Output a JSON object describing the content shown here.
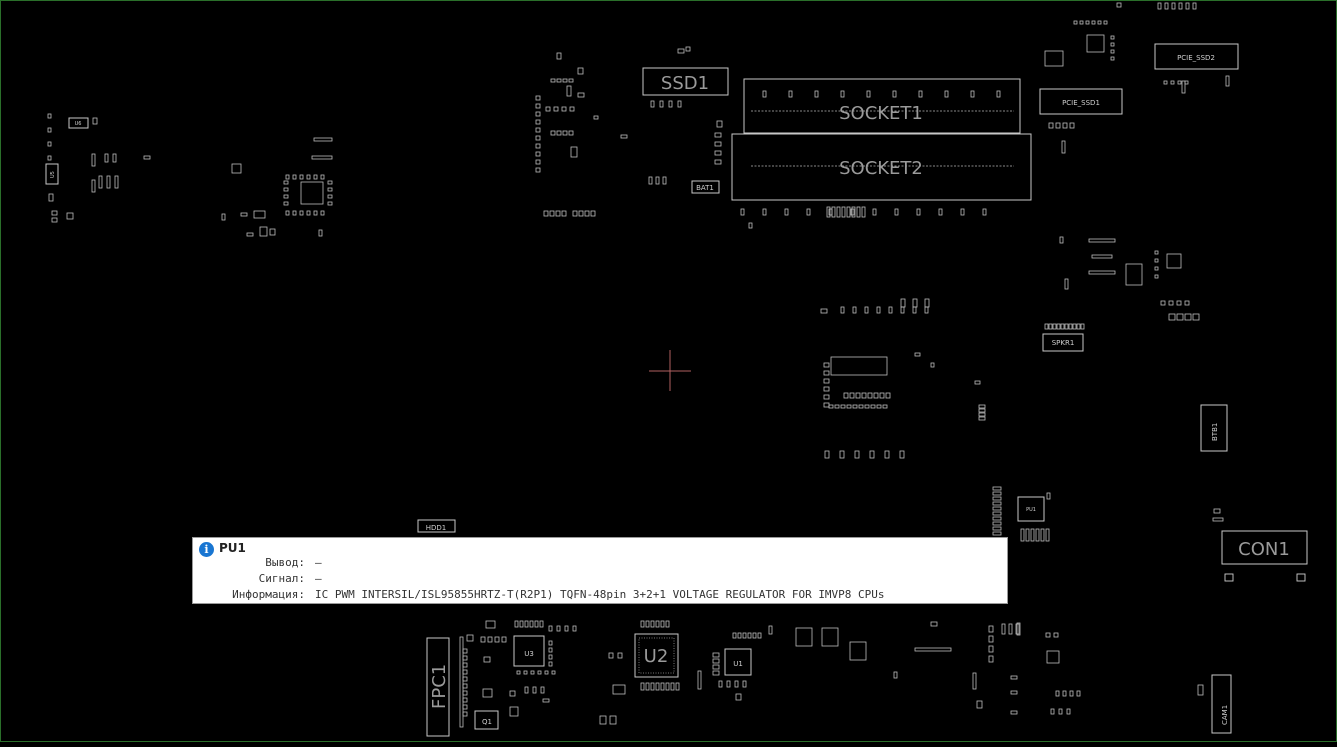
{
  "board": {
    "labels": {
      "ssd1": "SSD1",
      "socket1": "SOCKET1",
      "socket2": "SOCKET2",
      "bat1": "BAT1",
      "pcie_ssd1": "PCIE_SSD1",
      "pcie_ssd2": "PCIE_SSD2",
      "spkr1": "SPKR1",
      "btb1": "BTB1",
      "con1": "CON1",
      "hdd1": "HDD1",
      "fpc1": "FPC1",
      "u1": "U1",
      "u2": "U2",
      "u3": "U3",
      "q1": "Q1",
      "cam1": "CAM1",
      "u5": "U5",
      "u6": "U6",
      "pu1": "PU1"
    },
    "colors": {
      "background": "#000000",
      "silkscreen": "#c8c8c8",
      "border": "#2a6f2a",
      "crosshair": "#b06060"
    }
  },
  "tooltip": {
    "icon": "info-icon",
    "title": "PU1",
    "rows": [
      {
        "key": "Вывод:",
        "value": "—"
      },
      {
        "key": "Сигнал:",
        "value": "—"
      },
      {
        "key": "Информация:",
        "value": "IC PWM INTERSIL/ISL95855HRTZ-T(R2P1) TQFN-48pin 3+2+1 VOLTAGE REGULATOR FOR IMVP8 CPUs"
      }
    ]
  }
}
